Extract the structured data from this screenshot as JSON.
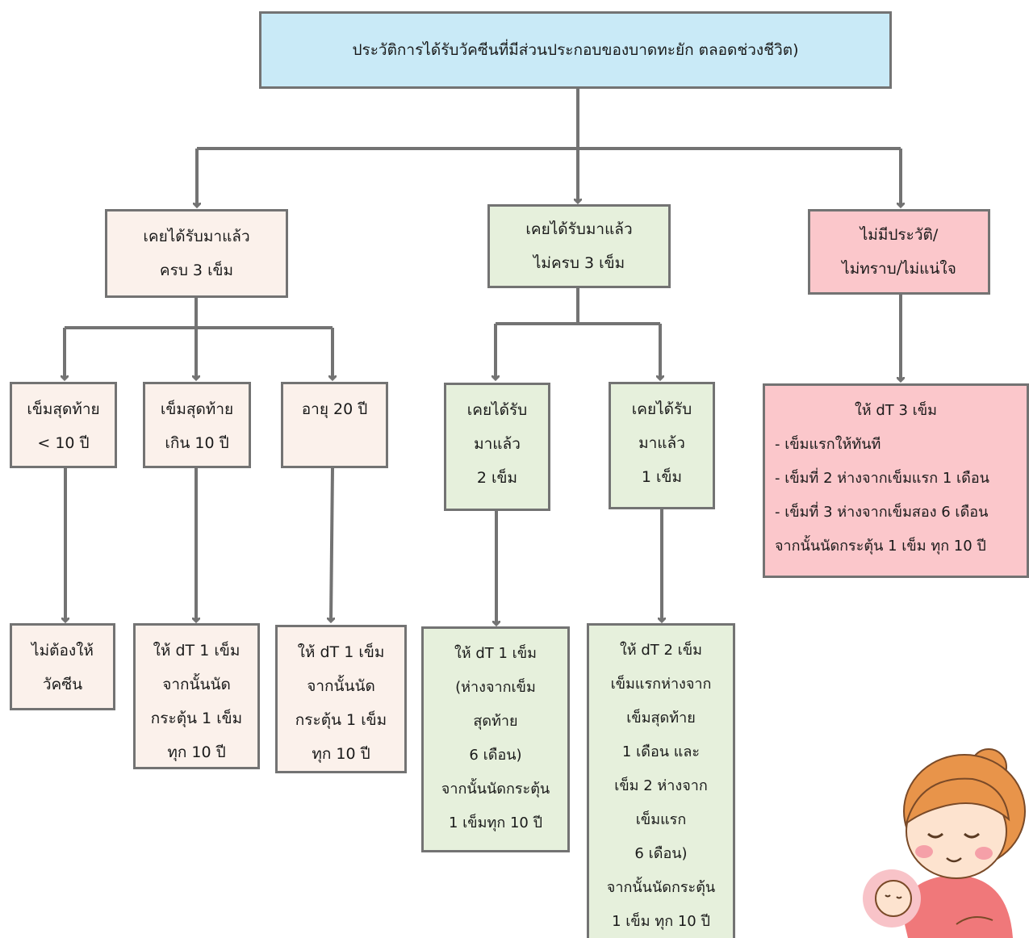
{
  "colors": {
    "root_fill": "#c9eaf7",
    "complete_fill": "#fbf1eb",
    "incomplete_fill": "#e6f0dc",
    "unknown_fill": "#fbc7cb",
    "border": "#737373",
    "connector": "#737373"
  },
  "root": {
    "text": "ประวัติการได้รับวัคซีนที่มีส่วนประกอบของบาดทะยัก ตลอดช่วงชีวิต)"
  },
  "complete": {
    "lines": [
      "เคยได้รับมาแล้ว",
      "ครบ 3 เข็ม"
    ],
    "less10": {
      "lines": [
        "เข็มสุดท้าย",
        "< 10 ปี"
      ],
      "result": [
        "ไม่ต้องให้",
        "วัคซีน"
      ]
    },
    "over10": {
      "lines": [
        "เข็มสุดท้าย",
        "เกิน 10 ปี"
      ],
      "result": [
        "ให้ dT 1 เข็ม",
        "จากนั้นนัด",
        "กระตุ้น 1 เข็ม",
        "ทุก 10 ปี"
      ]
    },
    "age20": {
      "lines": [
        "อายุ 20 ปี"
      ],
      "result": [
        "ให้ dT 1 เข็ม",
        "จากนั้นนัด",
        "กระตุ้น 1 เข็ม",
        "ทุก 10 ปี"
      ]
    }
  },
  "incomplete": {
    "lines": [
      "เคยได้รับมาแล้ว",
      "ไม่ครบ 3 เข็ม"
    ],
    "two_doses": {
      "lines": [
        "เคยได้รับ",
        "มาแล้ว",
        "2 เข็ม"
      ],
      "result": [
        "ให้ dT 1 เข็ม",
        "(ห่างจากเข็ม",
        "สุดท้าย",
        "6 เดือน)",
        "จากนั้นนัดกระตุ้น",
        "1 เข็มทุก 10 ปี"
      ]
    },
    "one_dose": {
      "lines": [
        "เคยได้รับ",
        "มาแล้ว",
        "1 เข็ม"
      ],
      "result": [
        "ให้ dT 2 เข็ม",
        "เข็มแรกห่างจาก",
        "เข็มสุดท้าย",
        "1 เดือน และ",
        "เข็ม 2 ห่างจาก",
        "เข็มแรก",
        "6 เดือน)",
        "จากนั้นนัดกระตุ้น",
        "1 เข็ม ทุก 10 ปี"
      ]
    }
  },
  "unknown": {
    "lines": [
      "ไม่มีประวัติ/",
      "ไม่ทราบ/ไม่แน่ใจ"
    ],
    "result": [
      "ให้ dT 3 เข็ม",
      "- เข็มแรกให้ทันที",
      "- เข็มที่ 2 ห่างจากเข็มแรก 1 เดือน",
      "- เข็มที่ 3 ห่างจากเข็มสอง 6 เดือน",
      "จากนั้นนัดกระตุ้น 1 เข็ม ทุก 10 ปี"
    ]
  },
  "illustration": "pregnant-woman-with-baby"
}
